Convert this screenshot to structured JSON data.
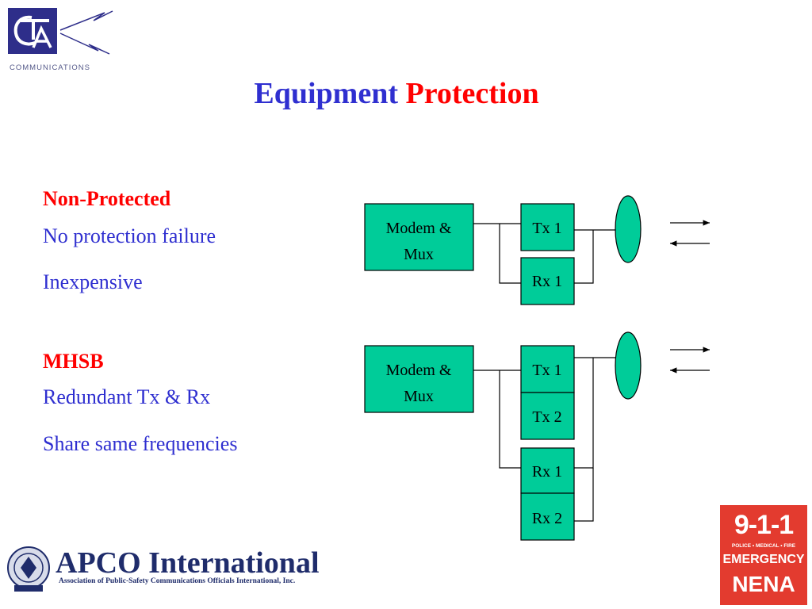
{
  "logo": {
    "letters": "CTA",
    "wordmark": "COMMUNICATIONS"
  },
  "title": {
    "part1": "Equipment",
    "part2": "Protection"
  },
  "sections": [
    {
      "heading": "Non-Protected",
      "lines": [
        "No protection  failure",
        "Inexpensive"
      ]
    },
    {
      "heading": "MHSB",
      "lines": [
        "Redundant Tx & Rx",
        "Share same frequencies"
      ]
    }
  ],
  "diagram": {
    "non_protected": {
      "modem_line1": "Modem &",
      "modem_line2": "Mux",
      "tx": [
        "Tx 1"
      ],
      "rx": [
        "Rx 1"
      ]
    },
    "mhsb": {
      "modem_line1": "Modem &",
      "modem_line2": "Mux",
      "tx": [
        "Tx 1",
        "Tx 2"
      ],
      "rx": [
        "Rx 1",
        "Rx 2"
      ]
    },
    "colors": {
      "box": "#00cc99",
      "antenna": "#00cc99"
    }
  },
  "footer": {
    "apco_title": "APCO International",
    "apco_subtitle": "Association of Public-Safety Communications Officials International, Inc.",
    "badge": {
      "number": "9-1-1",
      "services": "POLICE • MEDICAL • FIRE",
      "emergency": "EMERGENCY",
      "org": "NENA"
    }
  },
  "colors": {
    "title_blue": "#2f2fd0",
    "accent_red": "#ff0000",
    "text_blue": "#2f2fd0"
  }
}
